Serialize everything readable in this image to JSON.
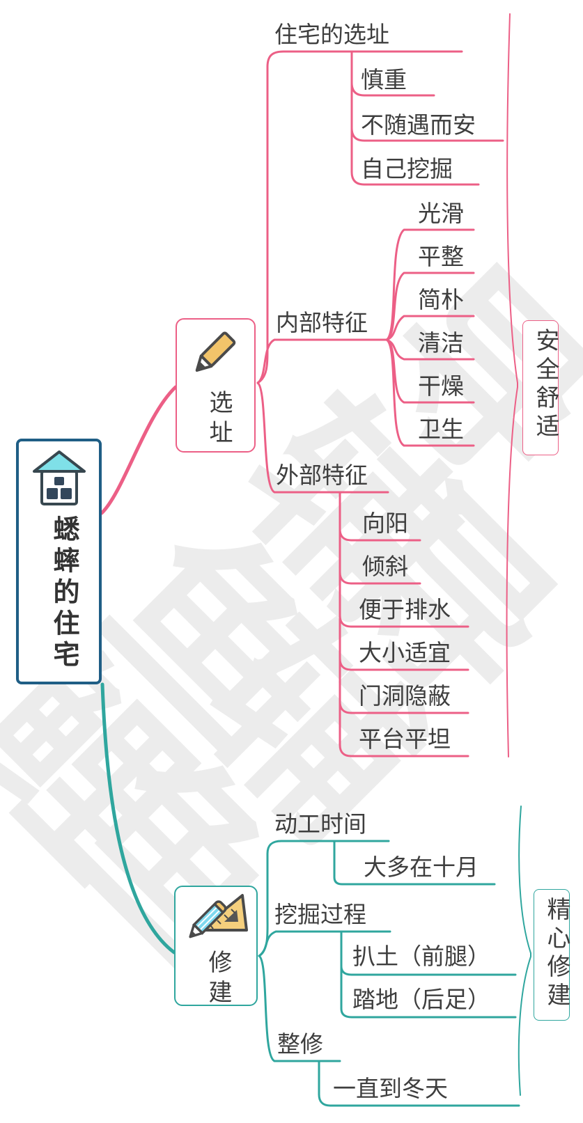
{
  "colors": {
    "pink": "#ec5f86",
    "teal": "#2fa69e",
    "rootblue": "#1f5e85",
    "ink": "#3e3e3e",
    "wm": "#ececec",
    "house_roof": "#7fe0e8",
    "house_wall": "#ffffff",
    "house_door": "#33475b",
    "pencil_yellow": "#f2c46a",
    "pencil_cyan": "#7fd9ee",
    "ruler_yellow": "#f5cf7d",
    "outline_gray": "#474747"
  },
  "root": {
    "label": "蟋蟀的住宅",
    "icon": "house-icon"
  },
  "branches": [
    {
      "label": "选址",
      "icon": "pencil-icon",
      "color": "pink",
      "summary": "安全舒适",
      "children": [
        {
          "label": "住宅的选址",
          "children": [
            {
              "label": "慎重"
            },
            {
              "label": "不随遇而安"
            },
            {
              "label": "自己挖掘"
            }
          ]
        },
        {
          "label": "内部特征",
          "children": [
            {
              "label": "光滑"
            },
            {
              "label": "平整"
            },
            {
              "label": "简朴"
            },
            {
              "label": "清洁"
            },
            {
              "label": "干燥"
            },
            {
              "label": "卫生"
            }
          ]
        },
        {
          "label": "外部特征",
          "children": [
            {
              "label": "向阳"
            },
            {
              "label": "倾斜"
            },
            {
              "label": "便于排水"
            },
            {
              "label": "大小适宜"
            },
            {
              "label": "门洞隐蔽"
            },
            {
              "label": "平台平坦"
            }
          ]
        }
      ]
    },
    {
      "label": "修建",
      "icon": "ruler-pencil-icon",
      "color": "teal",
      "summary": "精心修建",
      "children": [
        {
          "label": "动工时间",
          "children": [
            {
              "label": "大多在十月"
            }
          ]
        },
        {
          "label": "挖掘过程",
          "children": [
            {
              "label": "扒土（前腿）"
            },
            {
              "label": "踏地（后足）"
            }
          ]
        },
        {
          "label": "整修",
          "children": [
            {
              "label": "一直到冬天"
            }
          ]
        }
      ]
    }
  ],
  "watermark": {
    "text": "鲤鱼辅导",
    "chars": [
      "鲤",
      "鱼",
      "辅",
      "导",
      "鱼",
      "辅",
      "导"
    ]
  }
}
